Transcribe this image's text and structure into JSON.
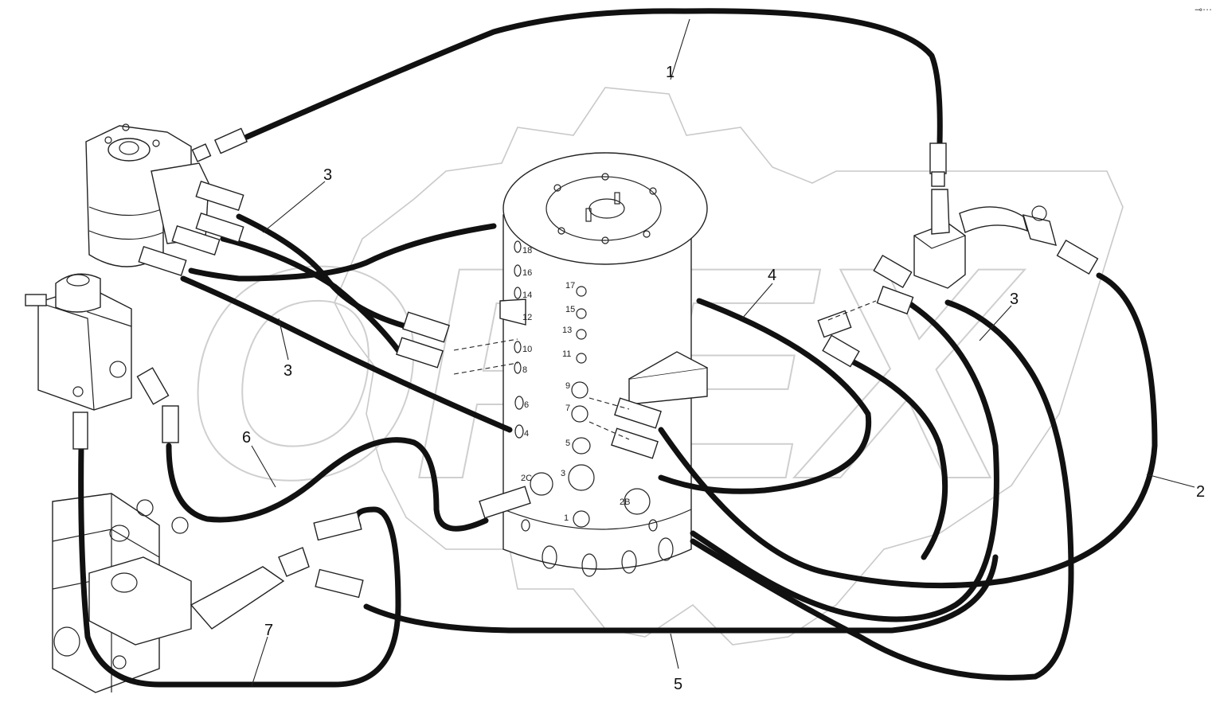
{
  "watermark": {
    "text": "OPEX",
    "name": "opex-watermark-logo"
  },
  "callouts": {
    "c1": "1",
    "c2": "2",
    "c3a": "3",
    "c3b": "3",
    "c3c": "3",
    "c4": "4",
    "c5": "5",
    "c6": "6",
    "c7": "7"
  },
  "ports": {
    "p18": "18",
    "p16": "16",
    "p14": "14",
    "p12": "12",
    "p10": "10",
    "p8": "8",
    "p6": "6",
    "p4": "4",
    "p17": "17",
    "p15": "15",
    "p13": "13",
    "p11": "11",
    "p9": "9",
    "p7": "7",
    "p5": "5",
    "p3": "3",
    "p2c": "2C",
    "p2b": "2B",
    "p1": "1"
  },
  "corner_mark": "⊸⋯"
}
